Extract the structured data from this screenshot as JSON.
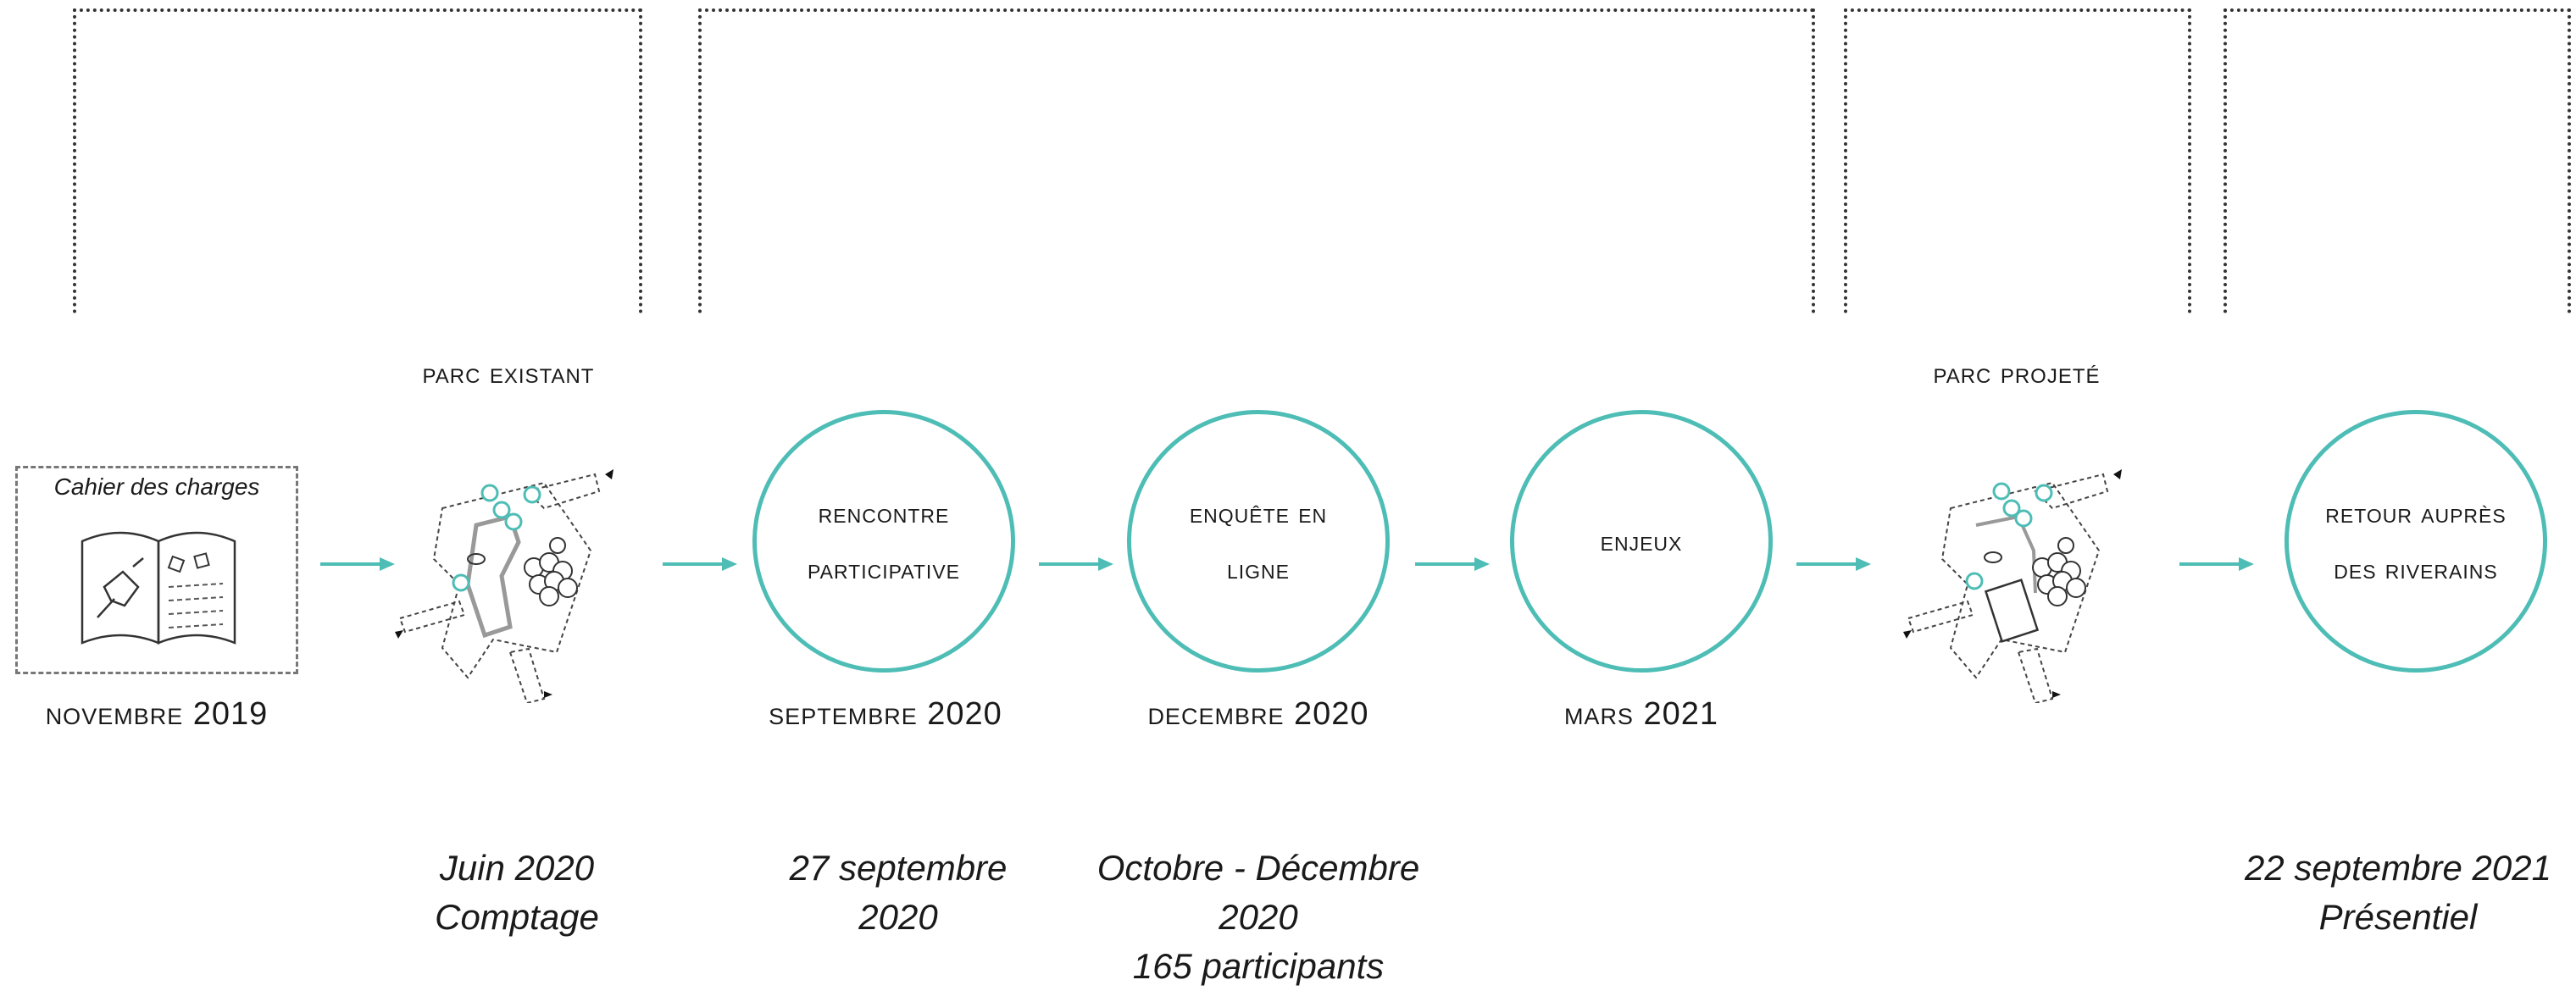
{
  "brackets": [
    "",
    "",
    "",
    ""
  ],
  "start_box": {
    "caption": "Cahier des charges"
  },
  "headers": {
    "existing_park": "PARC EXISTANT",
    "projected_park": "Parc projeté"
  },
  "steps": [
    {
      "lines": [
        "RENCONTRE",
        "PARTICIPATIVE"
      ]
    },
    {
      "lines": [
        "ENQUÊTE EN",
        "LIGNE"
      ]
    },
    {
      "lines": [
        "ENJEUX"
      ]
    },
    {
      "lines": [
        "RETOUR AUPRÈS",
        "DES RIVERAINS"
      ]
    }
  ],
  "dates": [
    "NOVEMBRE 2019",
    "SEPTEMBRE 2020",
    "DECEMBRE 2020",
    "MARS 2021"
  ],
  "notes": [
    {
      "lines": [
        "Juin 2020",
        "Comptage"
      ]
    },
    {
      "lines": [
        "27 septembre",
        "2020"
      ]
    },
    {
      "lines": [
        "Octobre - Décembre",
        "2020",
        "165 participants"
      ]
    },
    {
      "lines": [
        "22 septembre 2021",
        "Présentiel"
      ]
    }
  ],
  "colors": {
    "accent": "#4dbdb5",
    "line": "#333333"
  }
}
